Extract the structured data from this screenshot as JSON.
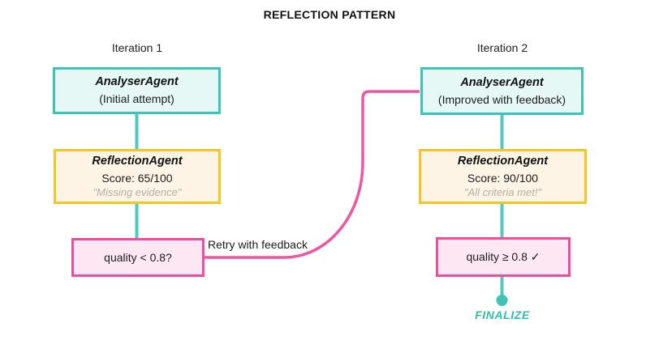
{
  "title": "REFLECTION PATTERN",
  "iterations": [
    {
      "label": "Iteration 1",
      "analyser": {
        "name": "AnalyserAgent",
        "subtitle": "(Initial attempt)"
      },
      "reflection": {
        "name": "ReflectionAgent",
        "score": "Score: 65/100",
        "quote": "\"Missing evidence\""
      },
      "quality": {
        "label": "quality < 0.8?"
      }
    },
    {
      "label": "Iteration 2",
      "analyser": {
        "name": "AnalyserAgent",
        "subtitle": "(Improved with feedback)"
      },
      "reflection": {
        "name": "ReflectionAgent",
        "score": "Score: 90/100",
        "quote": "\"All criteria met!\""
      },
      "quality": {
        "label": "quality ≥ 0.8 ✓"
      }
    }
  ],
  "retry_label": "Retry with feedback",
  "finalize_label": "FINALIZE",
  "colors": {
    "analyser_border": "#3ec3b4",
    "analyser_bg": "#e5f8f5",
    "reflection_border": "#f3c526",
    "reflection_bg": "#fdf4e6",
    "quality_border": "#ee4d9b",
    "quality_bg": "#fce7f3",
    "connector_teal": "#52c9bc",
    "retry_pink": "#f0569f",
    "finalize_teal": "#2fbfae",
    "quote_gray": "#b3afa6"
  }
}
